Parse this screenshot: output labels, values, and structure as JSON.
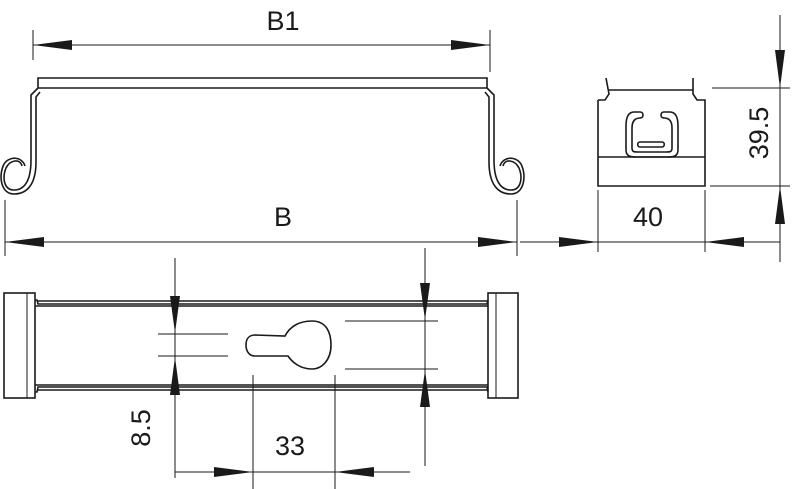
{
  "dimensions": {
    "b1": "B1",
    "b": "B",
    "width": "40",
    "height": "39.5",
    "slot_height": "8.5",
    "hole_spacing": "33"
  },
  "colors": {
    "line": "#1a1a1a",
    "background": "#ffffff"
  }
}
